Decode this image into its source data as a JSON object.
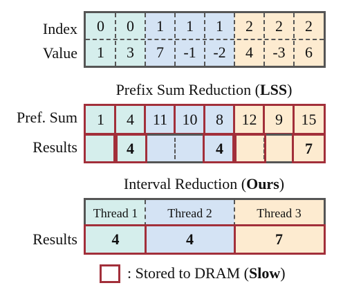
{
  "top": {
    "index_label": "Index",
    "value_label": "Value",
    "index": [
      "0",
      "0",
      "1",
      "1",
      "1",
      "2",
      "2",
      "2"
    ],
    "value": [
      "1",
      "3",
      "7",
      "-1",
      "-2",
      "4",
      "-3",
      "6"
    ]
  },
  "lss": {
    "title_prefix": "Prefix Sum Reduction (",
    "title_bold": "LSS",
    "title_suffix": ")",
    "pref_label": "Pref. Sum",
    "results_label": "Results",
    "pref": [
      "1",
      "4",
      "11",
      "10",
      "8",
      "12",
      "9",
      "15"
    ],
    "results": [
      "",
      "4",
      "",
      "",
      "4",
      "",
      "",
      "7"
    ]
  },
  "ours": {
    "title_prefix": "Interval Reduction (",
    "title_bold": "Ours",
    "title_suffix": ")",
    "results_label": "Results",
    "threads": [
      "Thread 1",
      "Thread 2",
      "Thread 3"
    ],
    "results": [
      "4",
      "4",
      "7"
    ]
  },
  "legend": {
    "text_prefix": ": Stored to DRAM (",
    "text_bold": "Slow",
    "text_suffix": ")"
  },
  "colors": {
    "group1": "#d5eeec",
    "group2": "#d4e3f4",
    "group3": "#fdebd0",
    "dram_border": "#a22f3a",
    "grid_border": "#555555"
  }
}
